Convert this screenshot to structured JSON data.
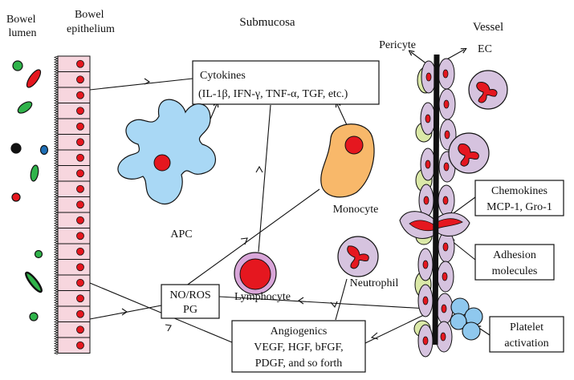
{
  "headers": {
    "bowel_lumen": [
      "Bowel",
      "lumen"
    ],
    "bowel_epithelium": [
      "Bowel",
      "epithelium"
    ],
    "submucosa": "Submucosa",
    "vessel": "Vessel"
  },
  "labels": {
    "pericyte": "Pericyte",
    "ec": "EC",
    "apc": "APC",
    "monocyte": "Monocyte",
    "lymphocyte": "Lymphocyte",
    "neutrophil": "Neutrophil"
  },
  "boxes": {
    "cytokines": [
      "Cytokines",
      "(IL-1β, IFN-γ, TNF-α, TGF, etc.)"
    ],
    "chemokines": [
      "Chemokines",
      "MCP-1, Gro-1"
    ],
    "adhesion": [
      "Adhesion",
      "molecules"
    ],
    "no_ros": [
      "NO/ROS",
      "PG"
    ],
    "angiogenics": [
      "Angiogenics",
      "VEGF, HGF, bFGF,",
      "PDGF, and so forth"
    ],
    "platelet": [
      "Platelet",
      "activation"
    ]
  },
  "colors": {
    "nucleus": "#e5171f",
    "epithelium_fill": "#f7d6de",
    "apc_fill": "#a9d8f5",
    "monocyte_fill": "#f8b86a",
    "neutrophil_fill": "#d6c3df",
    "lymphocyte_ring": "#d9a6d9",
    "pericyte_fill": "#dbe9a8",
    "platelet_fill": "#8fc8ee",
    "bacteria_green": "#2fb34a",
    "bacteria_blue": "#1f6fb6"
  }
}
